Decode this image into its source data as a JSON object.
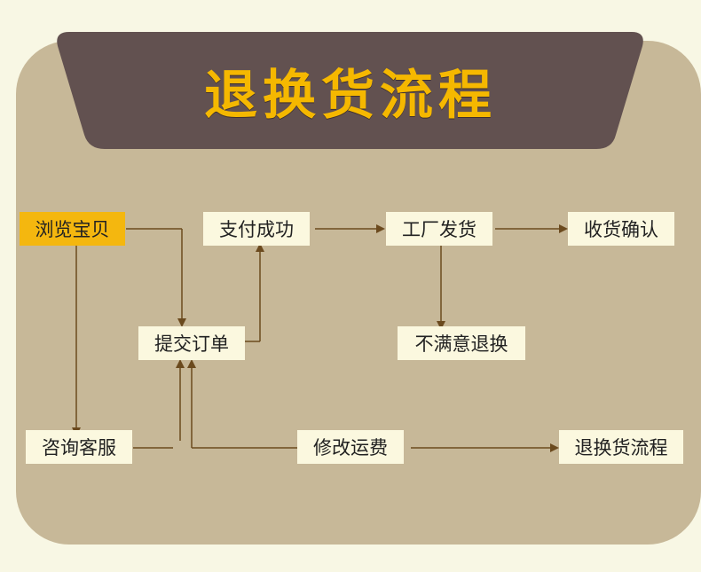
{
  "title": "退换货流程",
  "nodes": {
    "browse": "浏览宝贝",
    "pay_success": "支付成功",
    "factory_ship": "工厂发货",
    "confirm_receipt": "收货确认",
    "submit_order": "提交订单",
    "unsatisfied_return": "不满意退换",
    "consult_service": "咨询客服",
    "modify_shipping": "修改运费",
    "return_process": "退换货流程"
  },
  "colors": {
    "page_bg": "#f8f7e4",
    "panel_bg": "#c7b898",
    "banner_bg": "#625150",
    "title_text": "#f5b800",
    "node_bg": "#fbf8df",
    "start_node_bg": "#f4b70f",
    "connector": "#6b4a1e"
  }
}
